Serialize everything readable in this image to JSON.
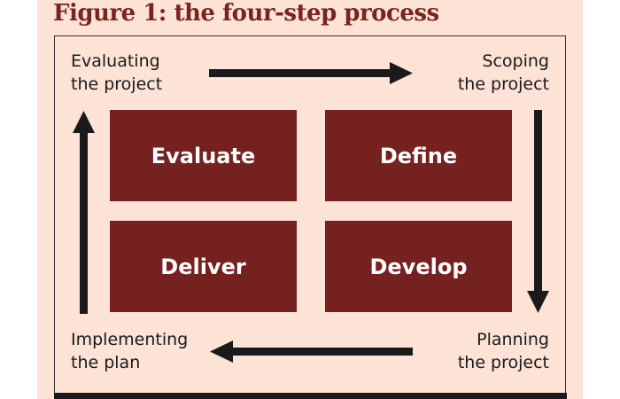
{
  "title": "Figure 1: the four-step process",
  "steps": {
    "evaluate": "Evaluate",
    "define": "Define",
    "deliver": "Deliver",
    "develop": "Develop"
  },
  "corners": {
    "top_left": {
      "line1": "Evaluating",
      "line2": "the project"
    },
    "top_right": {
      "line1": "Scoping",
      "line2": "the project"
    },
    "bottom_right": {
      "line1": "Planning",
      "line2": "the project"
    },
    "bottom_left": {
      "line1": "Implementing",
      "line2": "the plan"
    }
  },
  "colors": {
    "accent": "#75211f",
    "background": "#fde2d6",
    "title": "#7a2420"
  }
}
